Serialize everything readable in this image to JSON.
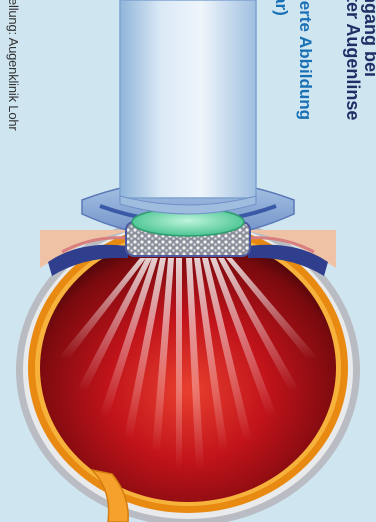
{
  "caption": {
    "line1": "ngang bei",
    "line2": "ter Augenlinse",
    "line3": "ierte Abbildung",
    "line4": "ar)"
  },
  "credit": "ellung: Augenklinik Lohr",
  "colors": {
    "background": "#cfe6f1",
    "caption_dark": "#1e2f66",
    "caption_blue": "#1a70b5",
    "eye_interior": "#c1131a",
    "sclera_orange": "#e88a12",
    "lens_green": "#7fe0b8"
  }
}
